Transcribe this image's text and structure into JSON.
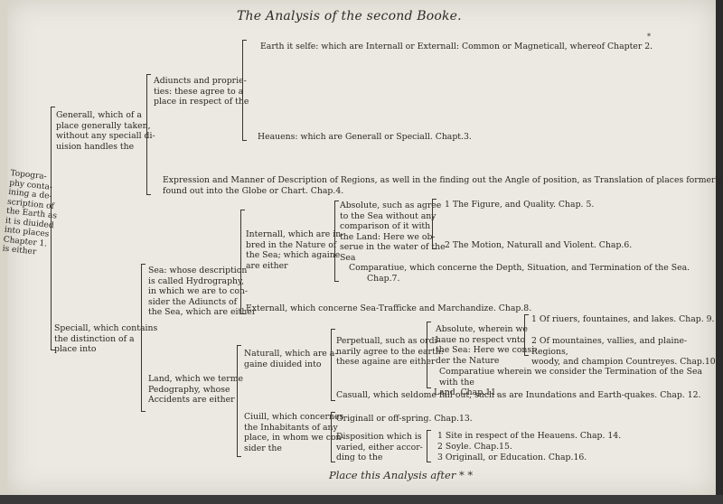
{
  "title": "The Analysis of the second Booke.",
  "left_margin": [
    "Topogra-",
    "phy conta-",
    "ining a de-",
    "scription of",
    "the Earth as",
    "it is diuided",
    "into places",
    "Chapter 1.",
    "is either"
  ],
  "general": {
    "head": [
      "Generall, which of a",
      "place generally taken,",
      "without any speciall di-",
      "uision handles the"
    ],
    "adjuncts": [
      "Adiuncts and proprie-",
      "ties: these agree to a",
      "place in respect of the"
    ],
    "earth": "Earth it selfe: which are Internall or Externall: Common or Magneticall, whereof Chapter 2.",
    "heavens": "Heauens: which are Generall or Speciall.   Chapt.3.",
    "expression": [
      "Expression and Manner of Description of Regions, as well in the finding out the Angle of position, as Translation of places formerly",
      "found out into the Globe or Chart.  Chap.4."
    ]
  },
  "special": {
    "head": [
      "Speciall, which contains",
      "the distinction of a",
      "place into"
    ],
    "sea": [
      "Sea: whose description",
      "is called Hydrography,",
      "in which we are to con-",
      "sider the Adiuncts of",
      "the Sea, which are either"
    ],
    "internal": [
      "Internall, which are in-",
      "bred in the Nature of",
      "the Sea; which againe",
      "are either"
    ],
    "absolute": [
      "Absolute, such as agree",
      "to the Sea without any",
      "comparison of it with",
      "the Land: Here we ob-",
      "serue in the water of the",
      "Sea"
    ],
    "figure": "1  The Figure, and Quality.   Chap. 5.",
    "motion": "2  The Motion, Naturall and Violent.  Chap.6.",
    "comparative_sea": [
      "Comparatiue, which concerne the Depth, Situation, and Termination of the Sea.",
      "Chap.7."
    ],
    "external": "Externall, which concerne Sea-Trafficke and Marchandize.   Chap.8.",
    "land": [
      "Land, which we terme",
      "Pedography, whose",
      "Accidents are either"
    ],
    "natural": [
      "Naturall, which are a-",
      "gaine diuided into"
    ],
    "perpetual": [
      "Perpetuall, such as ordi-",
      "narily agree to the earth:",
      "these againe are either"
    ],
    "absolute_land": [
      "Absolute, wherein we",
      "haue no respect vnto",
      "the Sea: Here we consi-",
      "der the Nature"
    ],
    "rivers": "1 Of riuers, fountaines, and lakes.  Chap. 9.",
    "mountains": [
      "2 Of mountaines, vallies, and plaine-Regions,",
      "woody, and champion Countreyes.  Chap.10."
    ],
    "comparative_land": [
      "Comparatiue wherein we consider the Termination of the Sea with the",
      "Land.  Chap.11."
    ],
    "casual": "Casuall, which seldome fall out, such as are Inundations and Earth-quakes.  Chap. 12.",
    "civil": [
      "Ciuill, which concernes",
      "the Inhabitants of any",
      "place, in whom we con-",
      "sider the"
    ],
    "original": "Originall or off-spring.  Chap.13.",
    "disposition": [
      "Disposition which is",
      "varied, either accor-",
      "ding to the"
    ],
    "site": "1  Site in respect of the Heauens.   Chap. 14.",
    "soil": "2  Soyle.   Chap.15.",
    "education": "3  Originall, or Education.   Chap.16."
  },
  "footer": "Place this Analysis after  * *",
  "star_mark": "*"
}
